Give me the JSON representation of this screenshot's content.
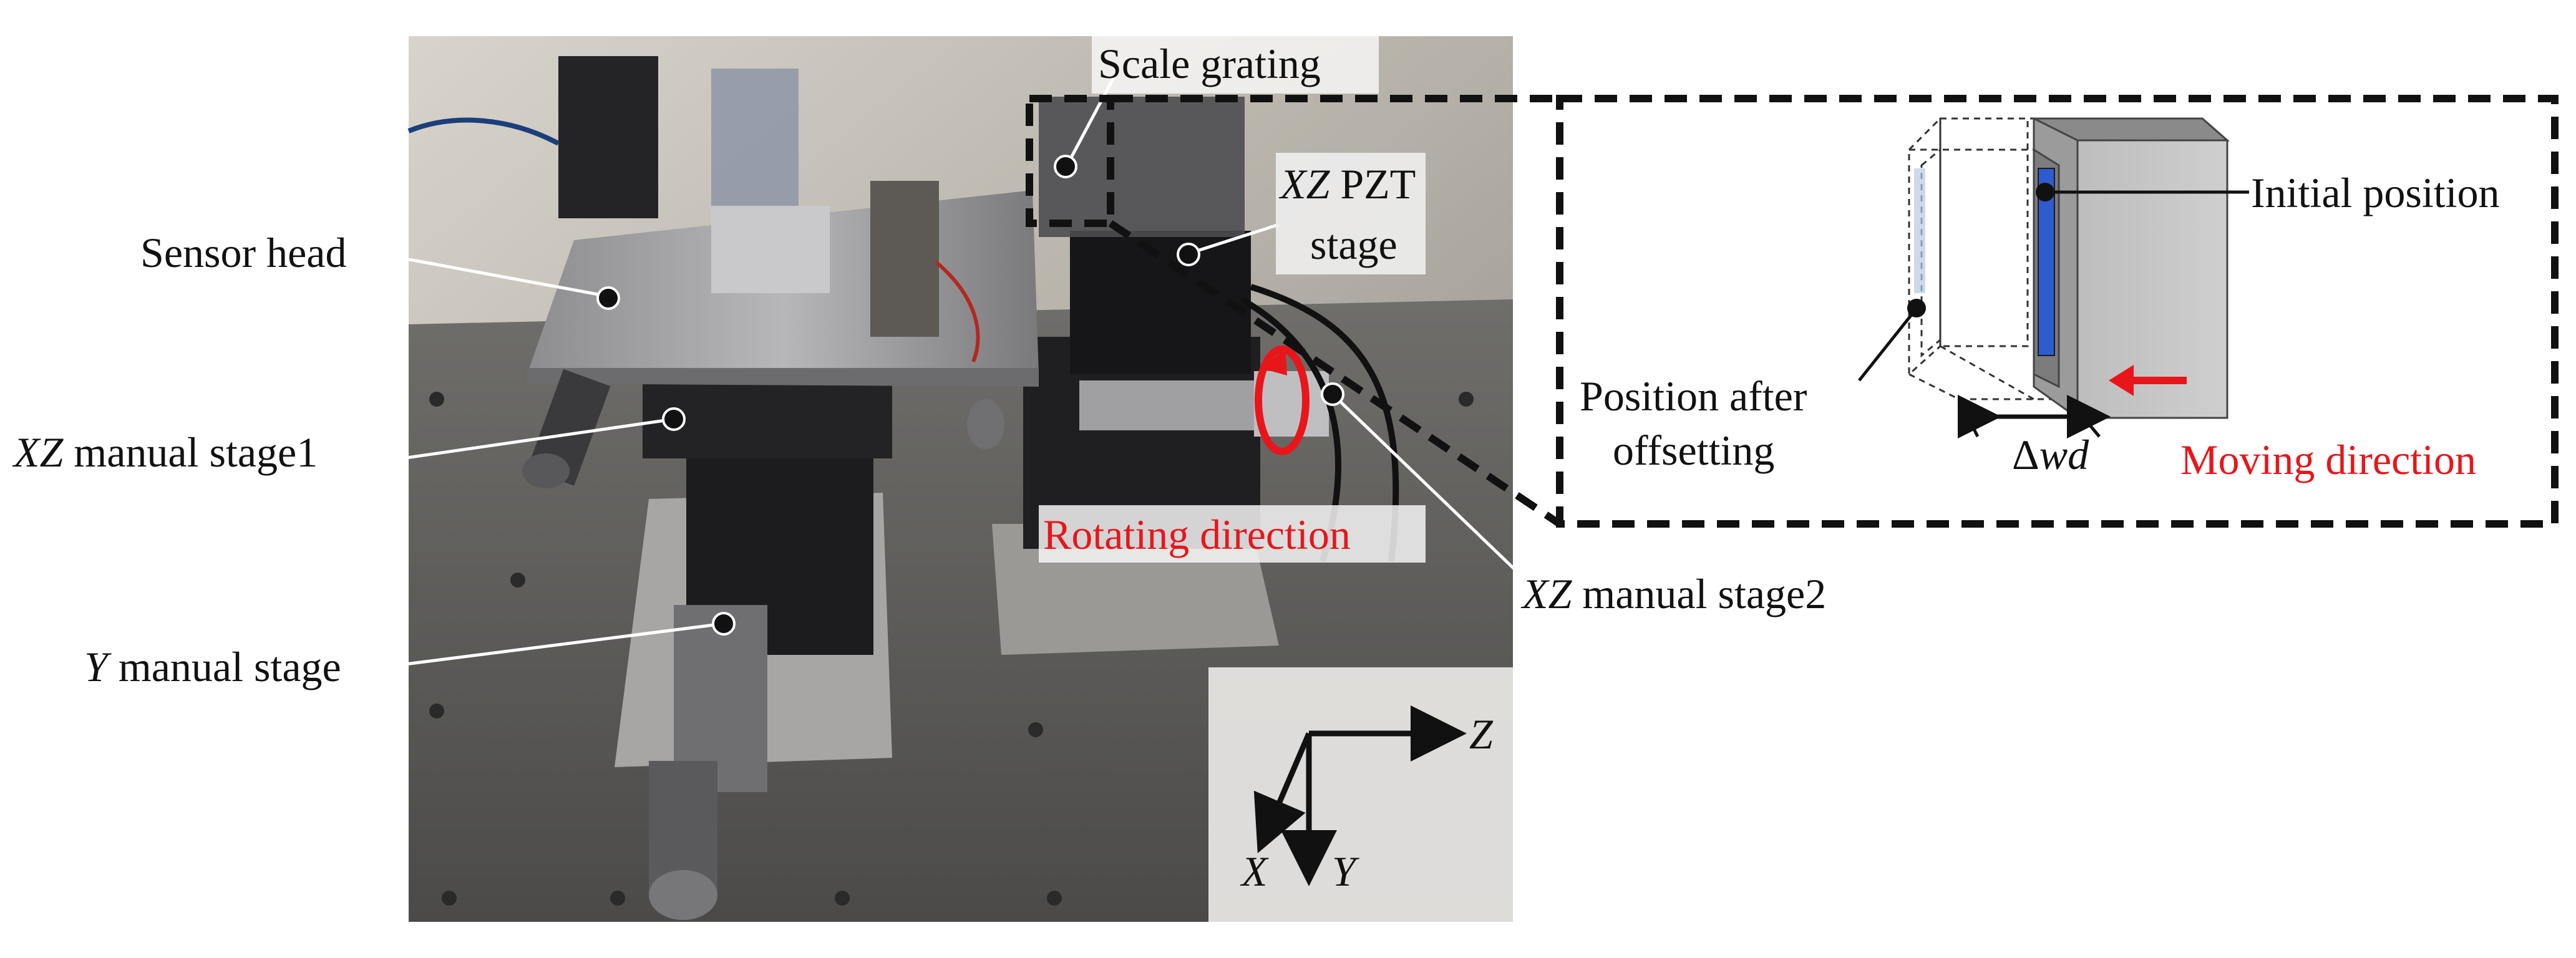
{
  "labels": {
    "sensor_head": "Sensor head",
    "xz_stage1_prefix": "XZ",
    "xz_stage1_suffix": " manual stage1",
    "y_stage_prefix": "Y",
    "y_stage_suffix": " manual stage",
    "scale_grating": "Scale grating",
    "pzt_line1_prefix": "XZ",
    "pzt_line1_suffix": " PZT",
    "pzt_line2": "stage",
    "rotating_direction": "Rotating direction",
    "xz_stage2_prefix": "XZ",
    "xz_stage2_suffix": " manual stage2",
    "initial_position": "Initial position",
    "position_after_line1": "Position after",
    "position_after_line2": "offsetting",
    "moving_direction": "Moving direction",
    "delta_symbol": "Δ",
    "delta_var": "wd"
  },
  "axes": {
    "z": "Z",
    "x": "X",
    "y": "Y"
  },
  "colors": {
    "accent_red": "#e8161b",
    "outline": "#111111"
  }
}
